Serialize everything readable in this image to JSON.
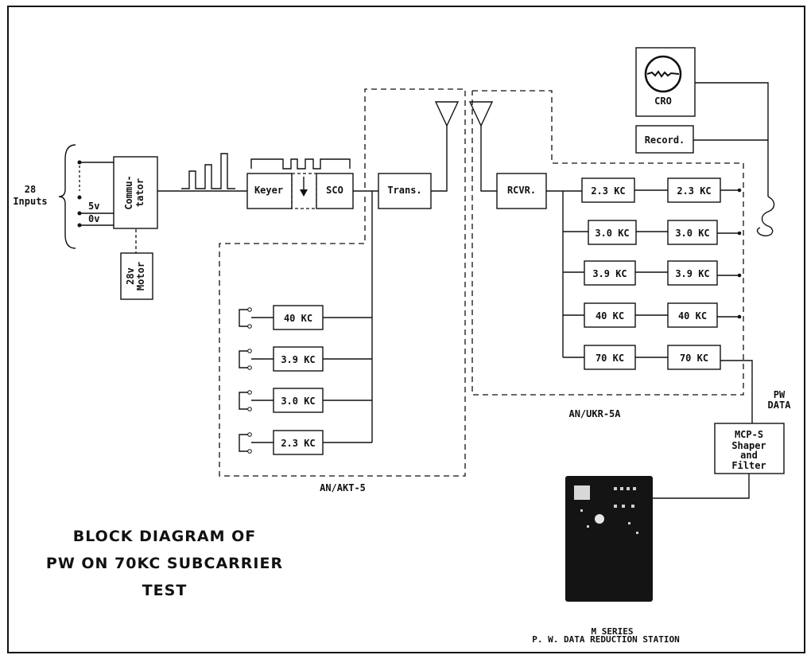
{
  "title_lines": [
    "BLOCK DIAGRAM OF",
    "PW ON 70KC SUBCARRIER",
    "TEST"
  ],
  "inputs": {
    "count": "28",
    "label": "Inputs"
  },
  "commutator": {
    "line1": "Commu-",
    "line2": "tator"
  },
  "motor": {
    "line1": "28v",
    "line2": "Motor"
  },
  "voltage_labels": {
    "five": "5v",
    "zero": "0v"
  },
  "keyer": "Keyer",
  "sco": "SCO",
  "trans": "Trans.",
  "rcvr": "RCVR.",
  "cro": "CRO",
  "record": "Record.",
  "transmitter_group": "AN/AKT-5",
  "receiver_group": "AN/UKR-5A",
  "tx_subcarriers": [
    "40 KC",
    "3.9 KC",
    "3.0 KC",
    "2.3 KC"
  ],
  "rx_filters_in": [
    "2.3 KC",
    "3.0 KC",
    "3.9 KC",
    "40 KC",
    "70 KC"
  ],
  "rx_filters_out": [
    "2.3 KC",
    "3.0 KC",
    "3.9 KC",
    "40 KC",
    "70 KC"
  ],
  "pw_data": {
    "line1": "PW",
    "line2": "DATA"
  },
  "mcp": {
    "line1": "MCP-S",
    "line2": "Shaper",
    "line3": "and",
    "line4": "Filter"
  },
  "station": {
    "line1": "M SERIES",
    "line2": "P. W. DATA REDUCTION STATION"
  }
}
